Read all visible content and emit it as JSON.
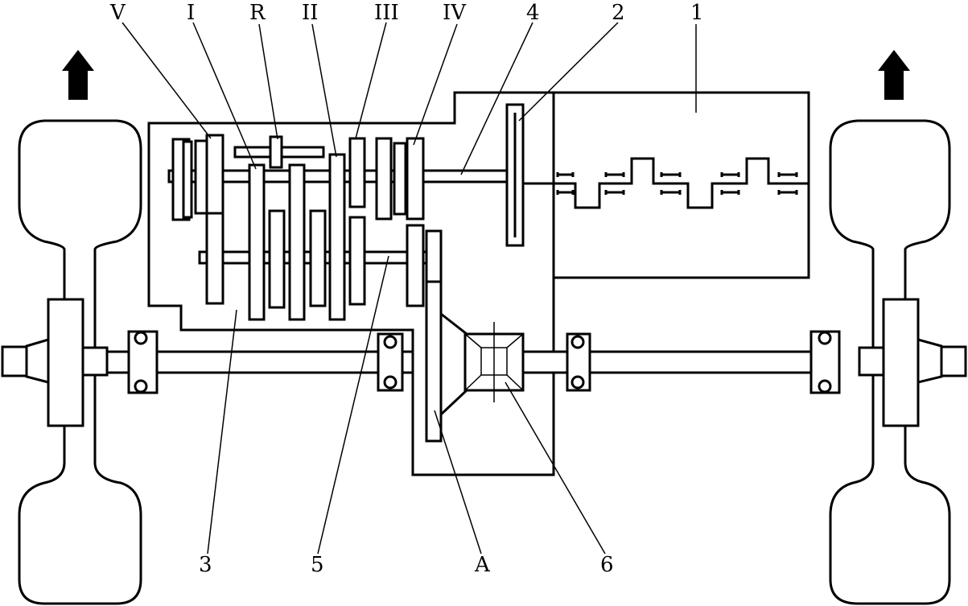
{
  "labels": {
    "top": [
      "V",
      "I",
      "R",
      "II",
      "III",
      "IV",
      "4",
      "2",
      "1"
    ],
    "bottom": [
      "3",
      "5",
      "A",
      "6"
    ]
  },
  "colors": {
    "stroke": "#000000",
    "background": "#ffffff"
  },
  "icons": [
    "arrow-up-icon",
    "arrow-up-icon"
  ]
}
